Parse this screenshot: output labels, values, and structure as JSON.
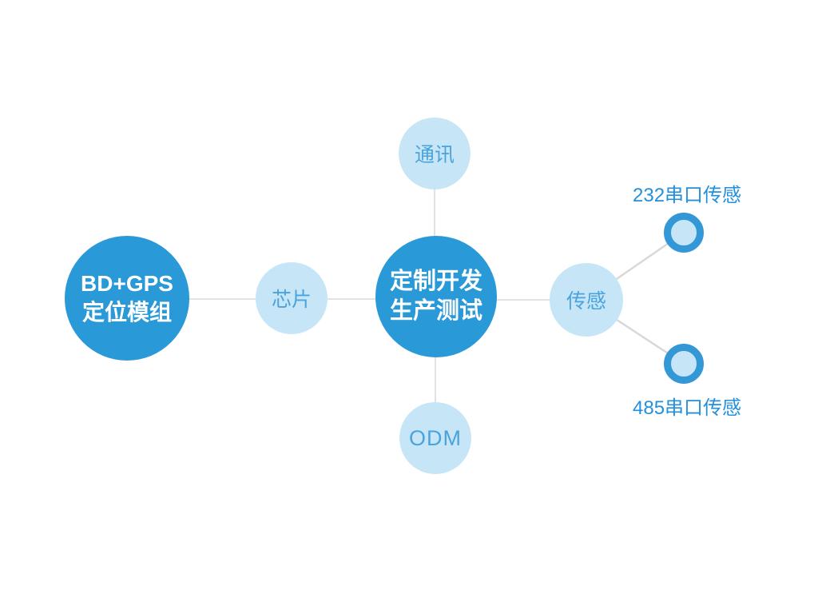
{
  "diagram": {
    "background_color": "#ffffff",
    "connector_color": "#d8d8d8",
    "primary_circle_color": "#2999d8",
    "light_circle_color": "#c6e6f8",
    "light_circle_text_color": "#4ba3db",
    "ring_color": "#3598d6",
    "serial_label_color": "#2490dc",
    "nodes": {
      "bd_gps": {
        "line1": "BD+GPS",
        "line2": "定位模组"
      },
      "chip": {
        "label": "芯片"
      },
      "main": {
        "line1": "定制开发",
        "line2": "生产测试"
      },
      "comm": {
        "label": "通讯"
      },
      "odm": {
        "label": "ODM"
      },
      "sensor": {
        "label": "传感"
      },
      "sensor_232": {
        "label": "232串口传感"
      },
      "sensor_485": {
        "label": "485串口传感"
      }
    }
  }
}
